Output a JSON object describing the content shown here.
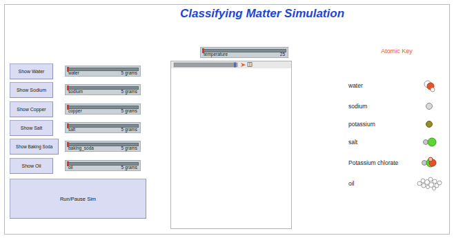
{
  "diagram": {
    "title": "Classifying Matter Simulation",
    "nodes": [
      {
        "text": [
          "temperature",
          "25"
        ]
      },
      {
        "text": [
          "Show Water"
        ]
      },
      {
        "text": [
          "water",
          "5 grams"
        ]
      },
      {
        "text": [
          "Show Sodium"
        ]
      },
      {
        "text": [
          "sodium",
          "5 grams"
        ]
      },
      {
        "text": [
          "Show Copper"
        ]
      },
      {
        "text": [
          "copper",
          "5 grams"
        ]
      },
      {
        "text": [
          "Show Salt"
        ]
      },
      {
        "text": [
          "salt",
          "5 grams"
        ]
      },
      {
        "text": [
          "Show Baking Soda"
        ]
      },
      {
        "text": [
          "baking_soda",
          "5 grams"
        ]
      },
      {
        "text": [
          "Show Oil"
        ]
      },
      {
        "text": [
          "oil",
          "5 grams"
        ]
      },
      {
        "text": [
          "Run/Pause Sim"
        ]
      }
    ],
    "labels": [
      "Atomic Key"
    ],
    "legend": [
      {
        "text": "water"
      },
      {
        "text": "sodium"
      },
      {
        "text": "potassium"
      },
      {
        "text": "salt"
      },
      {
        "text": "Potassium chlorate"
      },
      {
        "text": "oil"
      }
    ]
  }
}
